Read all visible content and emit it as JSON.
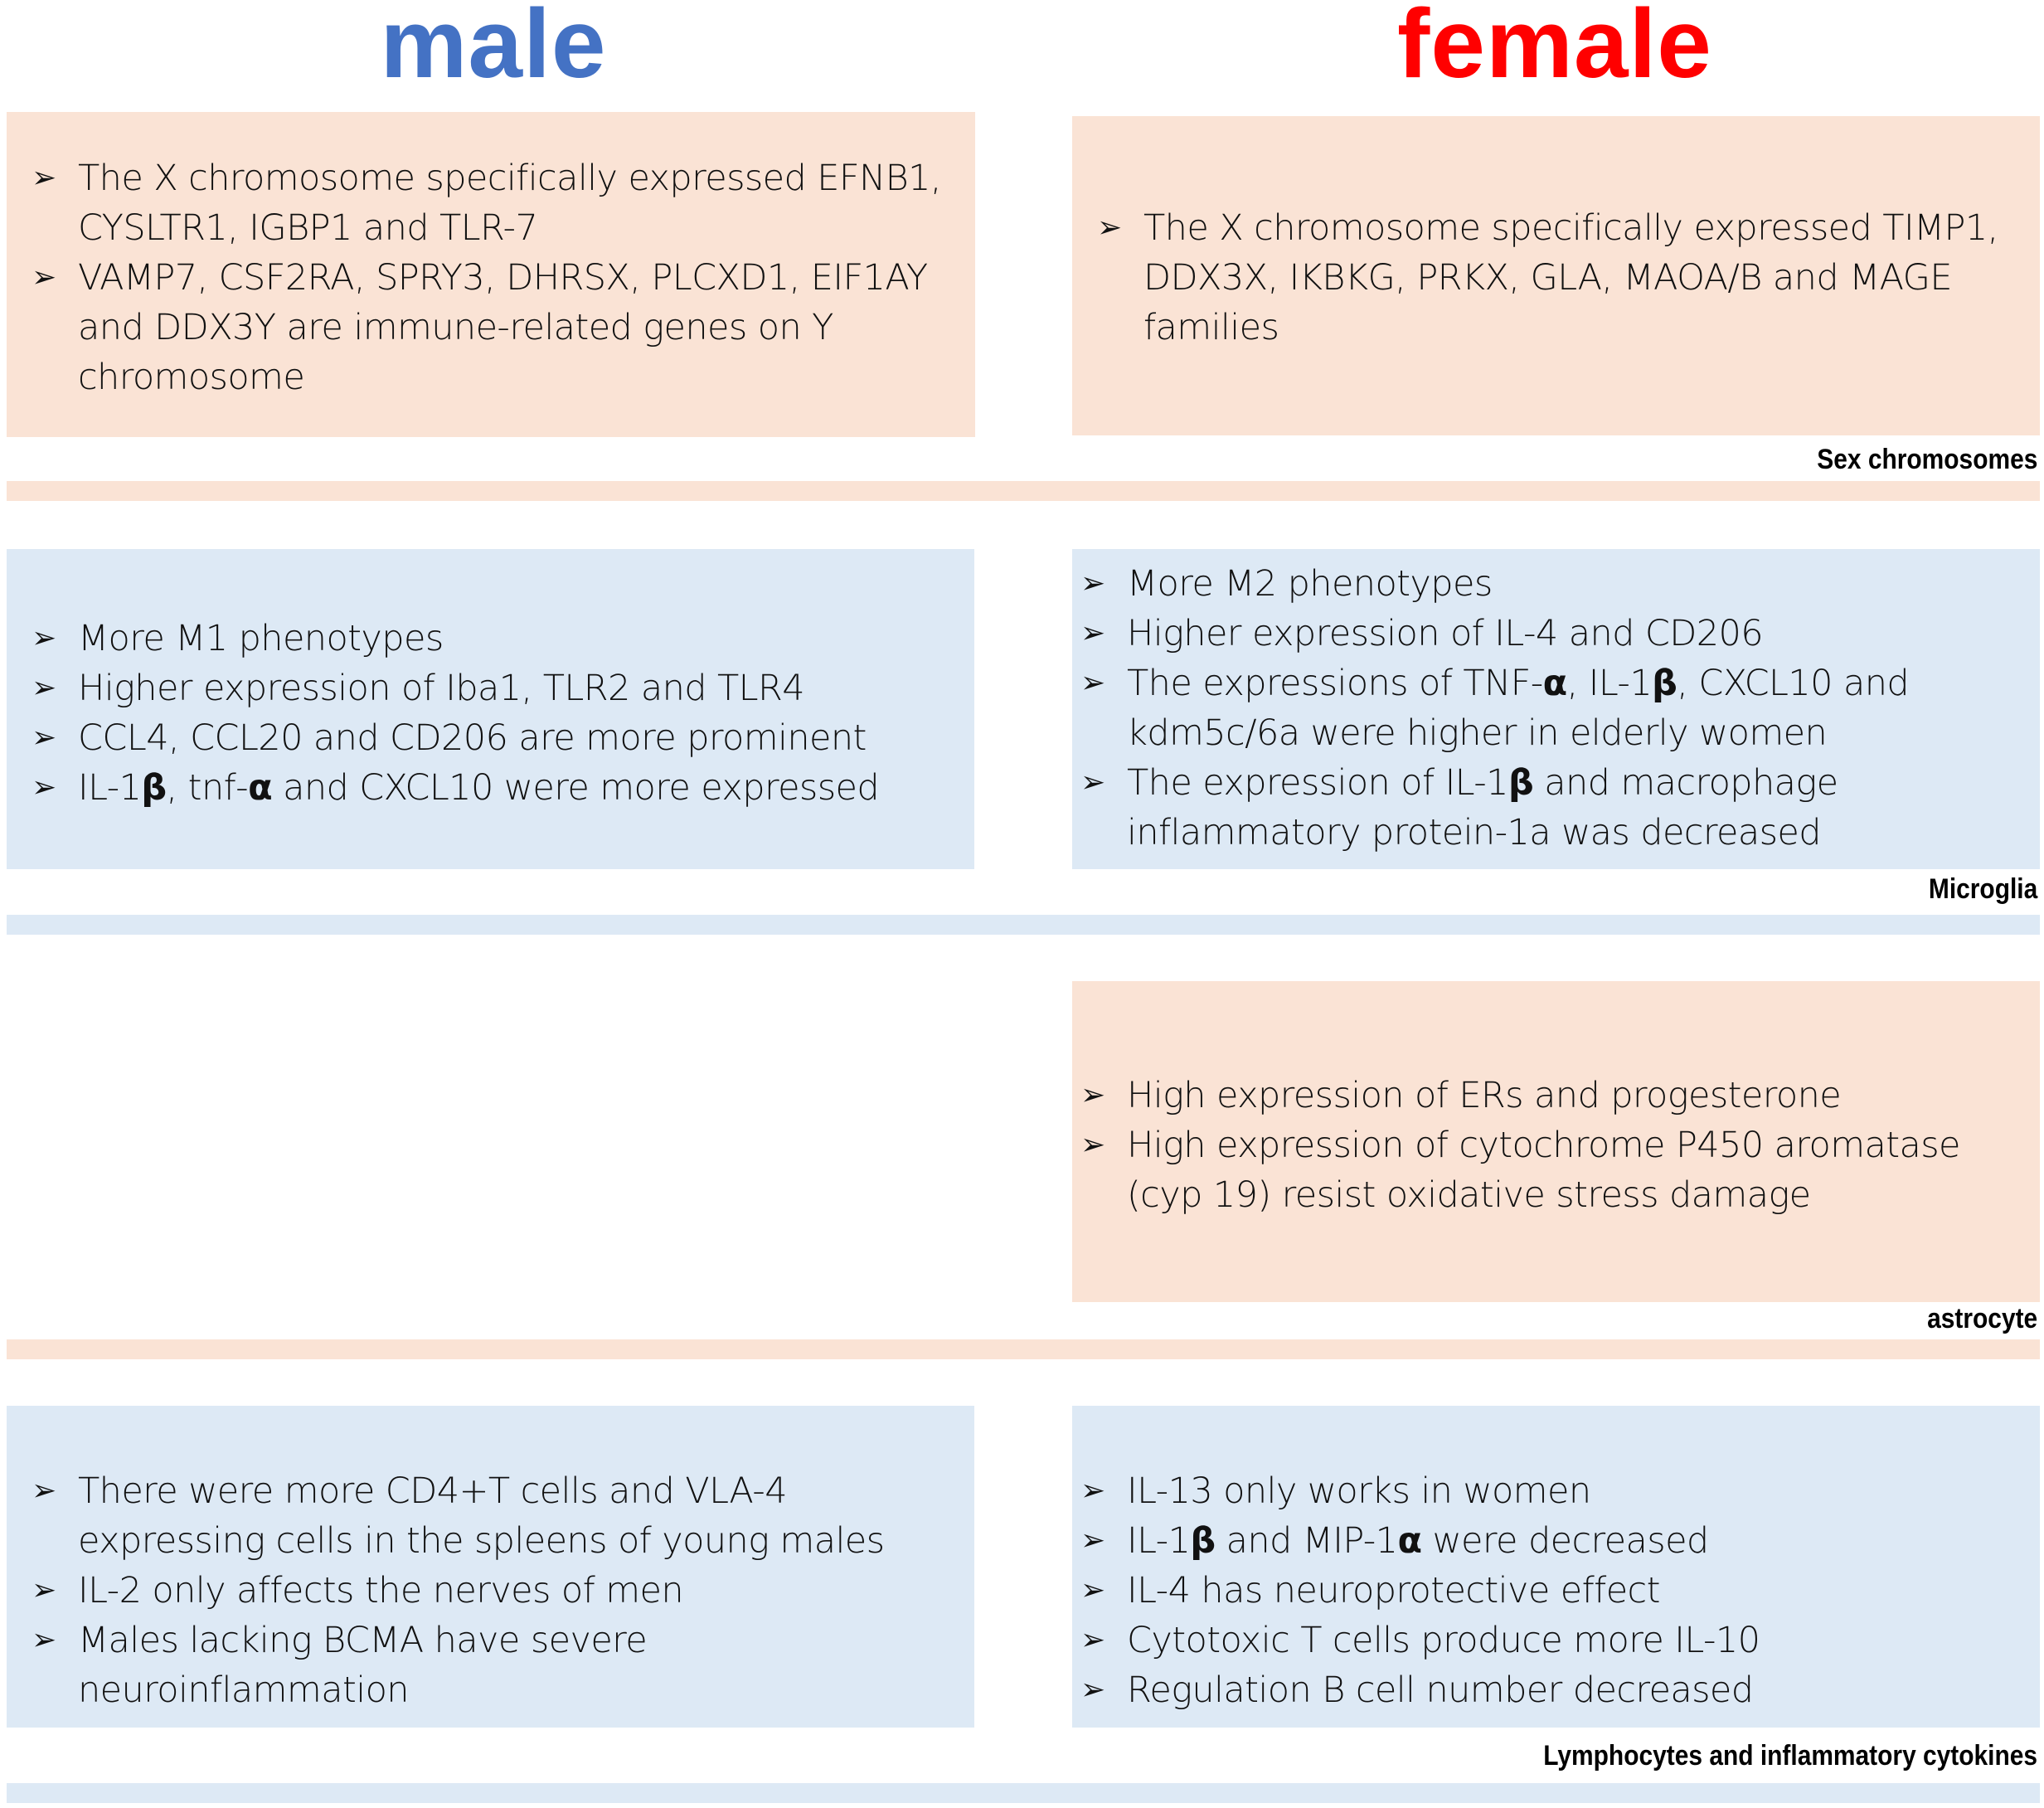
{
  "headers": {
    "male": "male",
    "female": "female"
  },
  "colors": {
    "male": "#4472c4",
    "female": "#ff0000",
    "peach": "#fae3d5",
    "blue": "#dde9f5"
  },
  "bullet_icon": "arrowhead-bullet",
  "sections": [
    {
      "label": "Sex chromosomes",
      "male": [
        "The X chromosome specifically expressed EFNB1, CYSLTR1, IGBP1 and TLR-7",
        "VAMP7, CSF2RA, SPRY3, DHRSX, PLCXD1, EIF1AY and DDX3Y are immune-related genes on Y chromosome"
      ],
      "female": [
        "The X chromosome specifically expressed TIMP1, DDX3X, IKBKG, PRKX, GLA, MAOA/B and MAGE families"
      ]
    },
    {
      "label": "Microglia",
      "male": [
        "More M1 phenotypes",
        "Higher expression of Iba1, TLR2 and TLR4",
        "CCL4, CCL20 and CD206 are more prominent",
        [
          "IL-1",
          "β",
          ", tnf-",
          "α",
          " and CXCL10 were more expressed"
        ]
      ],
      "female": [
        "More M2 phenotypes",
        "Higher expression of IL-4 and CD206",
        [
          "The expressions of TNF-",
          "α",
          ", IL-1",
          "β",
          ", CXCL10 and kdm5c/6a were higher in elderly women"
        ],
        [
          "The expression of IL-1",
          "β",
          " and macrophage inflammatory protein-1a was decreased"
        ]
      ]
    },
    {
      "label": "astrocyte",
      "male": [],
      "female": [
        "High expression of ERs and progesterone",
        "High expression of cytochrome P450 aromatase (cyp 19) resist oxidative stress damage"
      ]
    },
    {
      "label": "Lymphocytes and inflammatory cytokines",
      "male": [
        "There were more CD4+T cells and VLA-4 expressing cells in the spleens of young males",
        "IL-2 only affects the nerves of men",
        "Males lacking BCMA have severe neuroinflammation"
      ],
      "female": [
        "IL-13 only works in women",
        [
          "IL-1",
          "β",
          " and MIP-1",
          "α",
          " were decreased"
        ],
        "IL-4 has neuroprotective effect",
        "Cytotoxic T cells produce more IL-10",
        "Regulation B cell number decreased"
      ]
    }
  ]
}
